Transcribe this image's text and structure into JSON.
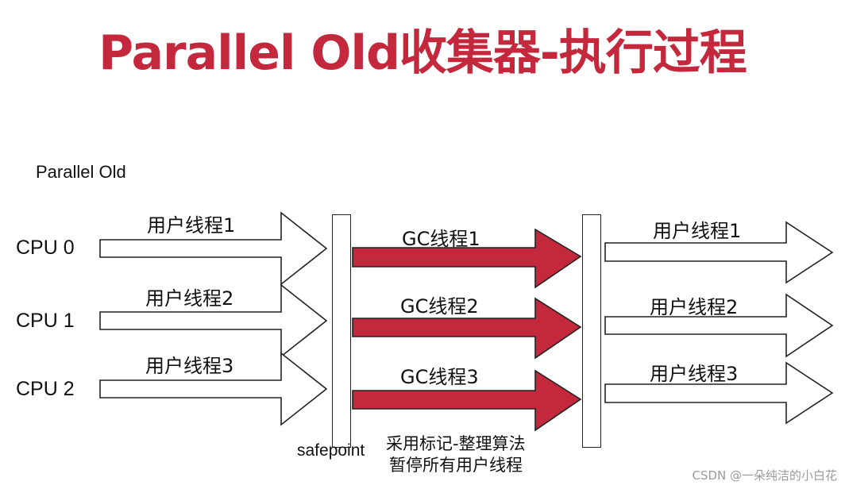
{
  "title": "Parallel Old收集器-执行过程",
  "subtitle": "Parallel Old",
  "cpus": [
    "CPU 0",
    "CPU 1",
    "CPU 2"
  ],
  "user_threads_before": [
    "用户线程1",
    "用户线程2",
    "用户线程3"
  ],
  "gc_threads": [
    "GC线程1",
    "GC线程2",
    "GC线程3"
  ],
  "user_threads_after": [
    "用户线程1",
    "用户线程2",
    "用户线程3"
  ],
  "safepoint_label": "safepoint",
  "notes": [
    "采用标记-整理算法",
    "暂停所有用户线程"
  ],
  "watermark": "CSDN @一朵纯洁的小白花",
  "colors": {
    "accent": "#C3283D",
    "outline": "#222222",
    "background": "#FFFFFF"
  }
}
